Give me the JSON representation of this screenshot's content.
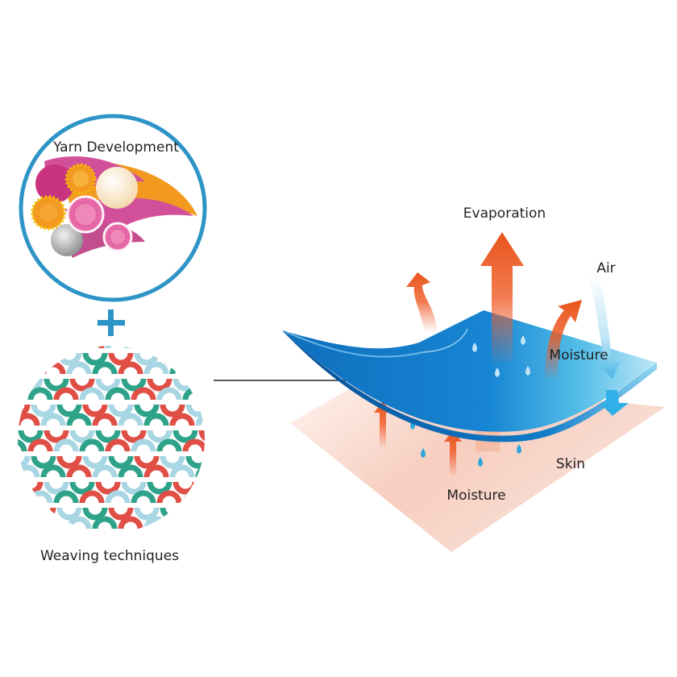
{
  "labels": {
    "yarn": "Yarn Development",
    "weaving": "Weaving techniques",
    "plus": "+",
    "evaporation": "Evaporation",
    "air": "Air",
    "moisture_top": "Moisture",
    "skin": "Skin",
    "moisture_bottom": "Moisture"
  },
  "colors": {
    "ring": "#2E94C8",
    "fabric": "#1479C6",
    "fabric_light": "#9FD8F2",
    "arrow": "#E8541A",
    "skin": "#F4BBA8",
    "drop": "#2FA6DC",
    "weave_red": "#E04F46",
    "weave_green": "#2FA389",
    "weave_blue": "#A9D6E3",
    "yarn_pink": "#D2509A",
    "yarn_orange": "#F29A1F"
  }
}
